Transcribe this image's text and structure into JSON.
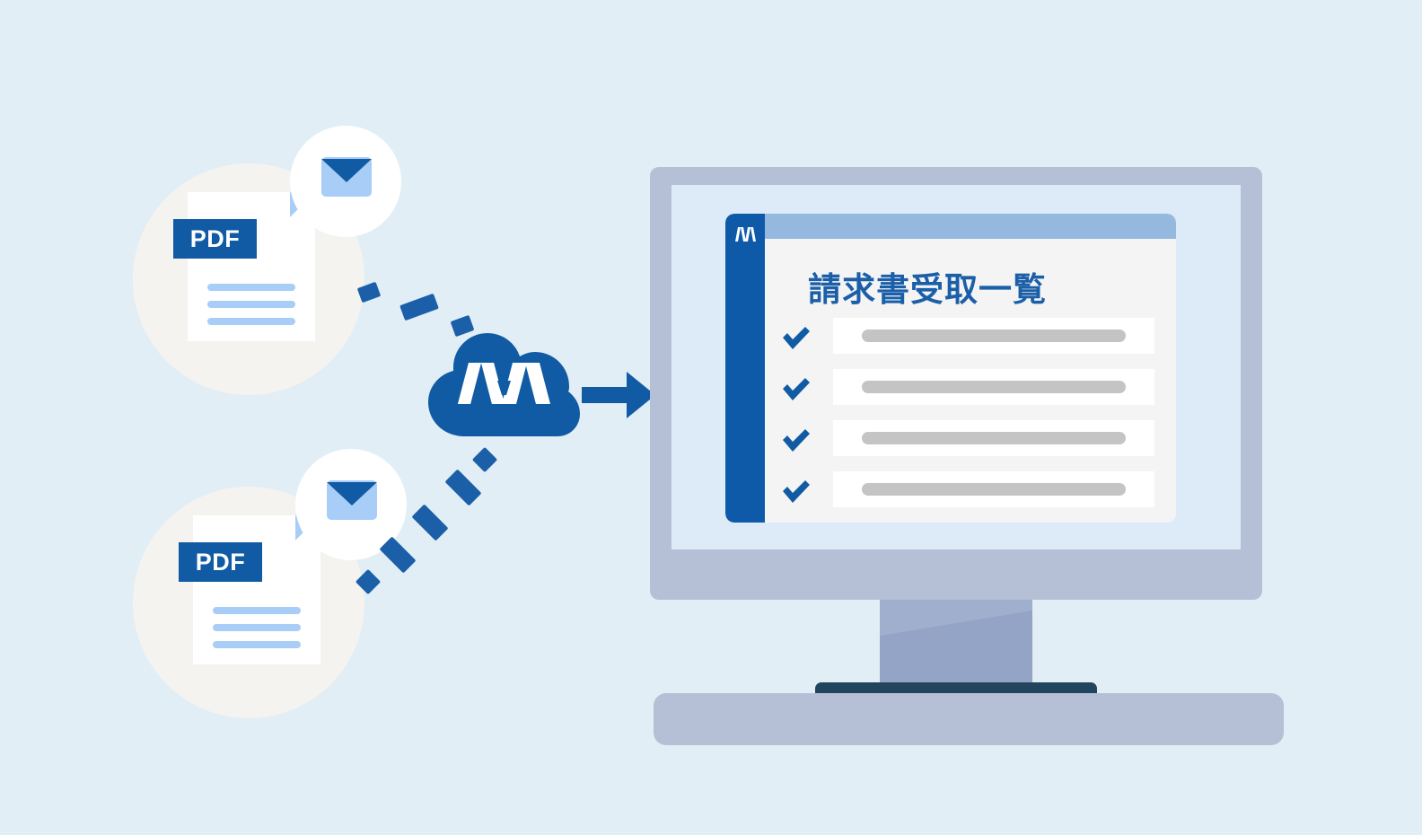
{
  "meta": {
    "background_color": "#e2eef6",
    "brand_blue": "#115ba5",
    "accent_blue": "#1b5fa8",
    "light_blue": "#a8cdf7",
    "bezel_gray": "#b5c0d6",
    "screen_blue": "#dcebf7"
  },
  "documents": [
    {
      "badge_label": "PDF",
      "halo_icon": "document-halo",
      "mail_icon": "envelope-icon",
      "line_count": 3
    },
    {
      "badge_label": "PDF",
      "halo_icon": "document-halo",
      "mail_icon": "envelope-icon",
      "line_count": 3
    }
  ],
  "cloud": {
    "icon": "cloud-icon",
    "logo": "mountain-peaks-logo",
    "logo_color": "#ffffff",
    "fill_color": "#115ba5"
  },
  "arrow": {
    "icon": "arrow-right-icon",
    "color": "#115ba5"
  },
  "connectors": {
    "upper": {
      "icon": "dashed-line",
      "segments": 3
    },
    "lower": {
      "icon": "dashed-line",
      "segments": 5
    }
  },
  "monitor": {
    "icon": "desktop-monitor",
    "app": {
      "sidebar_logo": "mountain-peaks-logo",
      "title": "請求書受取一覧",
      "titlebar_color": "#94b8de",
      "sidebar_color": "#0f5aa8",
      "rows": [
        {
          "check_icon": "checkmark-icon",
          "placeholder_bar": ""
        },
        {
          "check_icon": "checkmark-icon",
          "placeholder_bar": ""
        },
        {
          "check_icon": "checkmark-icon",
          "placeholder_bar": ""
        },
        {
          "check_icon": "checkmark-icon",
          "placeholder_bar": ""
        }
      ]
    }
  }
}
